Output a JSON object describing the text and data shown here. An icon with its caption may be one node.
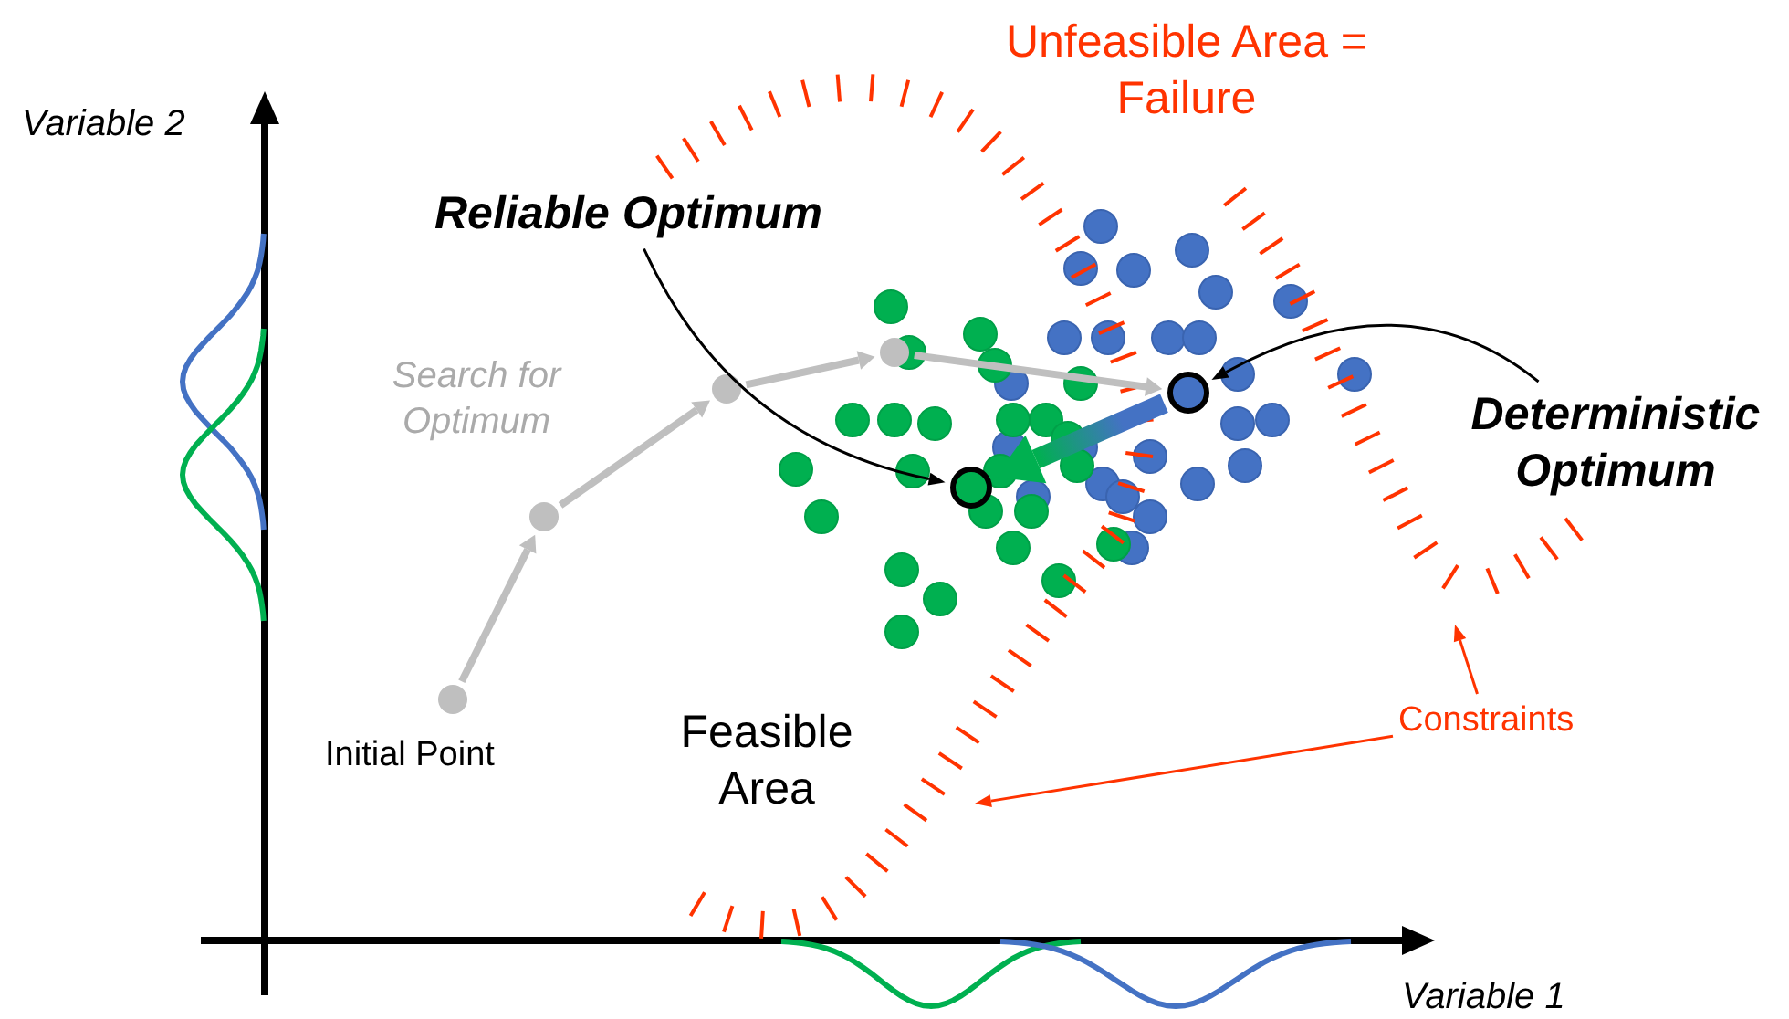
{
  "diagram": {
    "nodes": [
      {
        "text": [
          "Reliable Optimum"
        ]
      },
      {
        "text": [],
        "shape": "circle"
      },
      {
        "text": [],
        "shape": "circle"
      },
      {
        "text": [
          "Deterministic Optimum"
        ]
      },
      {
        "text": [],
        "shape": "circle",
        "beside": [
          "Initial Point"
        ]
      },
      {
        "text": [],
        "shape": "circle"
      },
      {
        "text": [],
        "shape": "circle"
      },
      {
        "text": [],
        "shape": "circle"
      },
      {
        "text": [
          "Constraints"
        ]
      },
      {
        "text": [],
        "shape": "curve"
      },
      {
        "text": [],
        "shape": "curve"
      }
    ],
    "edges": [
      {
        "from": 0,
        "to": 1,
        "arrow": "to",
        "color": "#000000"
      },
      {
        "from": 3,
        "to": 2,
        "arrow": "to",
        "color": "#000000"
      },
      {
        "from": 4,
        "to": 5,
        "arrow": "to",
        "style": "thick",
        "color": "#bfbfbf"
      },
      {
        "from": 5,
        "to": 6,
        "arrow": "to",
        "style": "thick",
        "color": "#bfbfbf"
      },
      {
        "from": 6,
        "to": 7,
        "arrow": "to",
        "style": "thick",
        "color": "#bfbfbf"
      },
      {
        "from": 7,
        "to": 2,
        "arrow": "to",
        "style": "thick",
        "color": "#bfbfbf"
      },
      {
        "from": 2,
        "to": 1,
        "arrow": "to",
        "style": "thick",
        "color": "#4472c4"
      },
      {
        "from": 8,
        "to": 9,
        "arrow": "to",
        "color": "#ff3300"
      },
      {
        "from": 8,
        "to": 10,
        "arrow": "to",
        "color": "#ff3300"
      }
    ],
    "labels": [
      "Variable 2",
      "Unfeasible Area = Failure",
      "Search for Optimum",
      "Feasible Area",
      "Variable 1"
    ]
  }
}
